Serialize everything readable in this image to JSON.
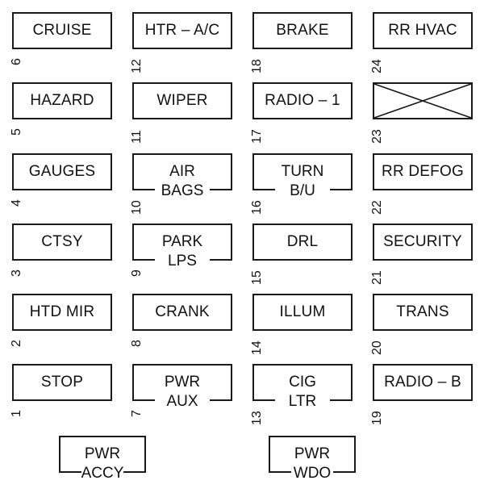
{
  "diagram": {
    "title": "Fuse Block Layout",
    "fuses": [
      {
        "number": "6",
        "lines": [
          "CRUISE"
        ]
      },
      {
        "number": "12",
        "lines": [
          "HTR – A/C"
        ]
      },
      {
        "number": "18",
        "lines": [
          "BRAKE"
        ]
      },
      {
        "number": "24",
        "lines": [
          "RR HVAC"
        ]
      },
      {
        "number": "5",
        "lines": [
          "HAZARD"
        ]
      },
      {
        "number": "11",
        "lines": [
          "WIPER"
        ]
      },
      {
        "number": "17",
        "lines": [
          "RADIO – 1"
        ]
      },
      {
        "number": "23",
        "lines": [],
        "empty": true
      },
      {
        "number": "4",
        "lines": [
          "GAUGES"
        ]
      },
      {
        "number": "10",
        "lines": [
          "AIR",
          "BAGS"
        ]
      },
      {
        "number": "16",
        "lines": [
          "TURN",
          "B/U"
        ]
      },
      {
        "number": "22",
        "lines": [
          "RR DEFOG"
        ]
      },
      {
        "number": "3",
        "lines": [
          "CTSY"
        ]
      },
      {
        "number": "9",
        "lines": [
          "PARK",
          "LPS"
        ]
      },
      {
        "number": "15",
        "lines": [
          "DRL"
        ]
      },
      {
        "number": "21",
        "lines": [
          "SECURITY"
        ]
      },
      {
        "number": "2",
        "lines": [
          "HTD MIR"
        ]
      },
      {
        "number": "8",
        "lines": [
          "CRANK"
        ]
      },
      {
        "number": "14",
        "lines": [
          "ILLUM"
        ]
      },
      {
        "number": "20",
        "lines": [
          "TRANS"
        ]
      },
      {
        "number": "1",
        "lines": [
          "STOP"
        ]
      },
      {
        "number": "7",
        "lines": [
          "PWR",
          "AUX"
        ]
      },
      {
        "number": "13",
        "lines": [
          "CIG",
          "LTR"
        ]
      },
      {
        "number": "19",
        "lines": [
          "RADIO – B"
        ]
      }
    ],
    "relays": [
      {
        "lines": [
          "PWR",
          "ACCY"
        ]
      },
      {
        "lines": [
          "PWR",
          "WDO"
        ]
      }
    ]
  }
}
